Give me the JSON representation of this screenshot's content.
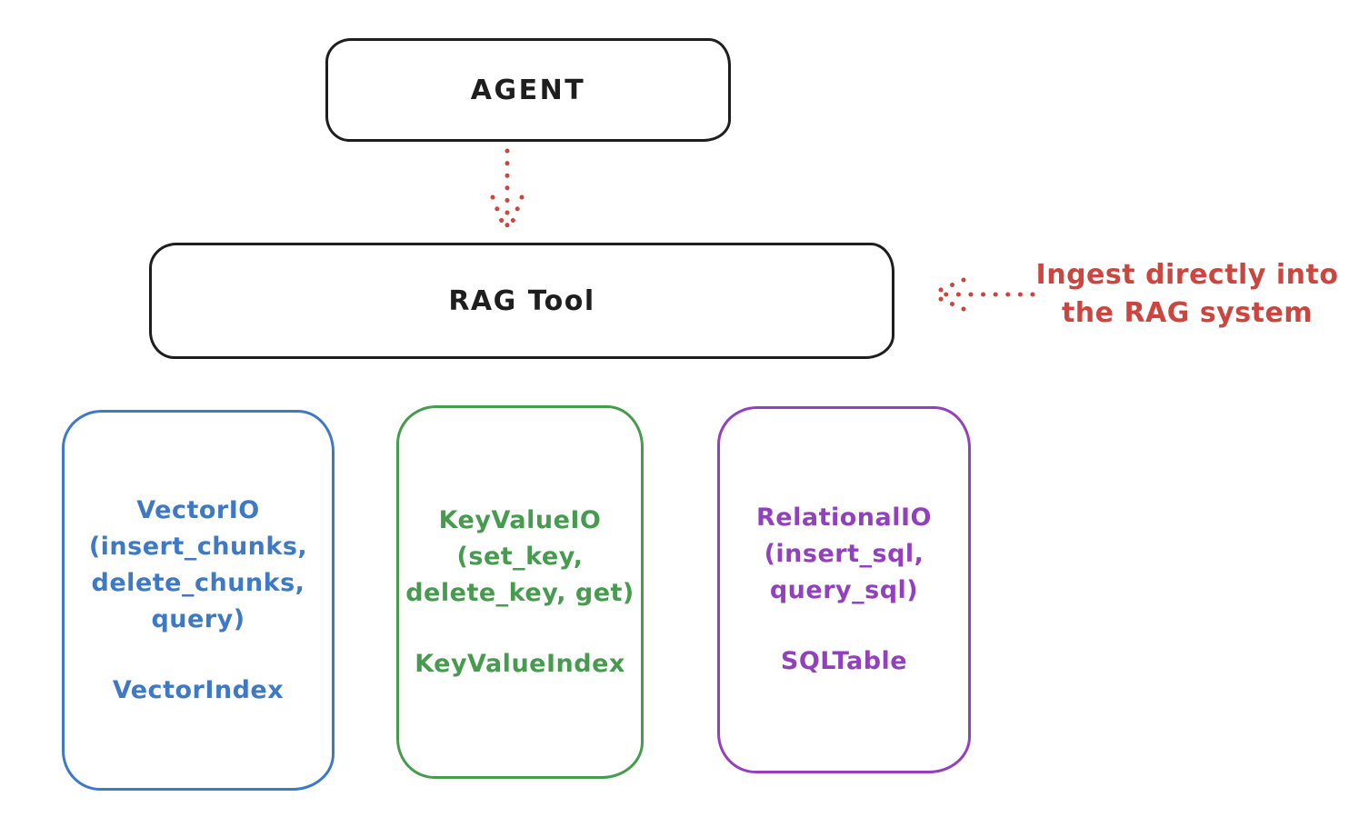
{
  "colors": {
    "background": "#ffffff",
    "ink": "#1e1e1e",
    "red": "#cc453f",
    "blue": "#3e79c6",
    "green": "#479b4f",
    "purple": "#9340bf"
  },
  "nodes": {
    "agent": {
      "label": "AGENT"
    },
    "rag_tool": {
      "label": "RAG Tool"
    },
    "vector_io": {
      "lines": [
        "VectorIO",
        "(insert_chunks,",
        "delete_chunks,",
        "query)"
      ],
      "index_label": "VectorIndex",
      "color": "#3e79c6"
    },
    "key_value_io": {
      "lines": [
        "KeyValueIO",
        "(set_key,",
        "delete_key, get)"
      ],
      "index_label": "KeyValueIndex",
      "color": "#479b4f"
    },
    "relational_io": {
      "lines": [
        "RelationalIO",
        "(insert_sql,",
        "query_sql)"
      ],
      "index_label": "SQLTable",
      "color": "#9340bf"
    }
  },
  "annotation": {
    "line_1": "Ingest directly into",
    "line_2": "the RAG system",
    "color": "#cc453f"
  },
  "connectors": {
    "agent_to_rag_tool": {
      "icon": "dotted-arrow-down",
      "style": "dotted",
      "color": "#cc453f"
    },
    "ingest_into_rag": {
      "icon": "dotted-arrow-left",
      "style": "dotted",
      "color": "#cc453f"
    }
  }
}
